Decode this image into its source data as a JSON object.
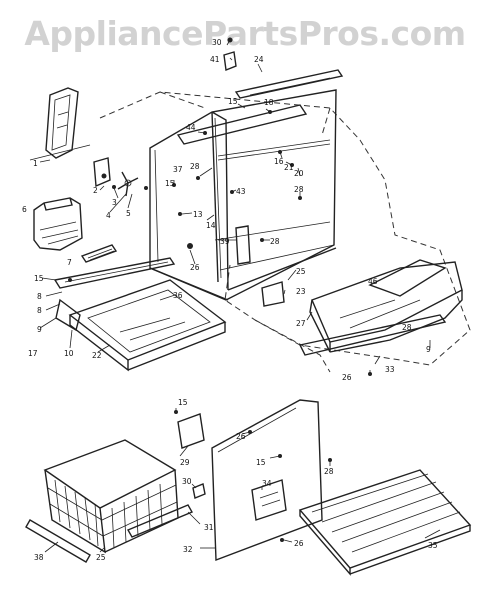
{
  "watermark": "AppliancePartsPros.com",
  "callouts": [
    {
      "id": "c30",
      "text": "30"
    },
    {
      "id": "c41",
      "text": "41"
    },
    {
      "id": "c24",
      "text": "24"
    },
    {
      "id": "c15a",
      "text": "15"
    },
    {
      "id": "c44",
      "text": "44"
    },
    {
      "id": "c18",
      "text": "18"
    },
    {
      "id": "c16",
      "text": "16"
    },
    {
      "id": "c21",
      "text": "21"
    },
    {
      "id": "c20",
      "text": "20"
    },
    {
      "id": "c28a",
      "text": "28"
    },
    {
      "id": "c1",
      "text": "1"
    },
    {
      "id": "c2",
      "text": "2"
    },
    {
      "id": "c3",
      "text": "3"
    },
    {
      "id": "c4",
      "text": "4"
    },
    {
      "id": "c5",
      "text": "5"
    },
    {
      "id": "c6",
      "text": "6"
    },
    {
      "id": "c7",
      "text": "7"
    },
    {
      "id": "c37",
      "text": "37"
    },
    {
      "id": "c28b",
      "text": "28"
    },
    {
      "id": "c15b",
      "text": "15"
    },
    {
      "id": "c43",
      "text": "43"
    },
    {
      "id": "c13",
      "text": "13"
    },
    {
      "id": "c14",
      "text": "14"
    },
    {
      "id": "c39",
      "text": "39"
    },
    {
      "id": "c28c",
      "text": "28"
    },
    {
      "id": "c25",
      "text": "25"
    },
    {
      "id": "c26a",
      "text": "26"
    },
    {
      "id": "c23",
      "text": "23"
    },
    {
      "id": "c46",
      "text": "46"
    },
    {
      "id": "c15c",
      "text": "15"
    },
    {
      "id": "c8a",
      "text": "8"
    },
    {
      "id": "c8b",
      "text": "8"
    },
    {
      "id": "c9",
      "text": "9"
    },
    {
      "id": "c17",
      "text": "17"
    },
    {
      "id": "c10",
      "text": "10"
    },
    {
      "id": "c22",
      "text": "22"
    },
    {
      "id": "c36",
      "text": "36"
    },
    {
      "id": "c27",
      "text": "27"
    },
    {
      "id": "c28d",
      "text": "28"
    },
    {
      "id": "c33",
      "text": "33"
    },
    {
      "id": "c9b",
      "text": "9"
    },
    {
      "id": "c26b",
      "text": "26"
    },
    {
      "id": "c15d",
      "text": "15"
    },
    {
      "id": "c29",
      "text": "29"
    },
    {
      "id": "c26c",
      "text": "26"
    },
    {
      "id": "c15e",
      "text": "15"
    },
    {
      "id": "c28e",
      "text": "28"
    },
    {
      "id": "c30b",
      "text": "30"
    },
    {
      "id": "c34",
      "text": "34"
    },
    {
      "id": "c31",
      "text": "31"
    },
    {
      "id": "c38",
      "text": "38"
    },
    {
      "id": "c25b",
      "text": "25"
    },
    {
      "id": "c32",
      "text": "32"
    },
    {
      "id": "c26d",
      "text": "26"
    },
    {
      "id": "c35",
      "text": "35"
    }
  ]
}
